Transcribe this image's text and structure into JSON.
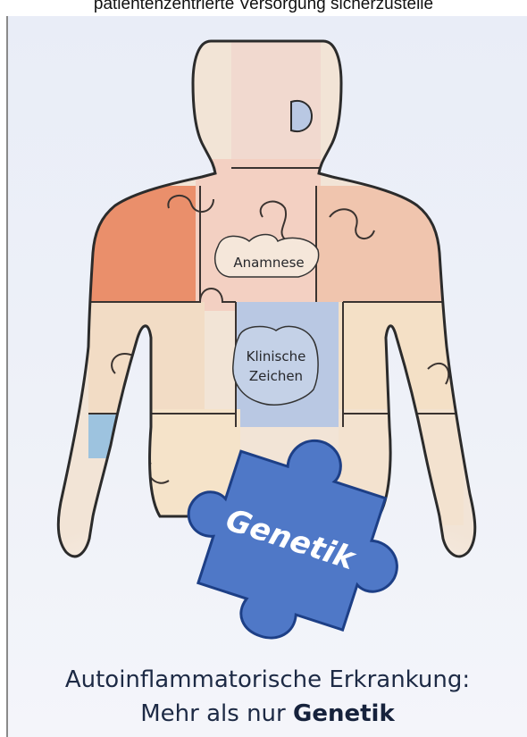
{
  "header": {
    "text": "patientenzentrierte Versorgung sicherzustelle"
  },
  "illustration": {
    "labels": {
      "anamnese": "Anamnese",
      "klinische_zeichen_line1": "Klinische",
      "klinische_zeichen_line2": "Zeichen",
      "genetik": "Genetik"
    },
    "colors": {
      "anamnese_piece": "#e9855f",
      "clinical_piece": "#b9c8e3",
      "genetics_piece": "#4f78c7",
      "wrist_piece": "#9dc3df",
      "outline": "#2b2b2b"
    }
  },
  "caption": {
    "line1": "Autoinflammatorische Erkrankung:",
    "line2_prefix": "Mehr als nur ",
    "line2_bold": "Genetik"
  }
}
